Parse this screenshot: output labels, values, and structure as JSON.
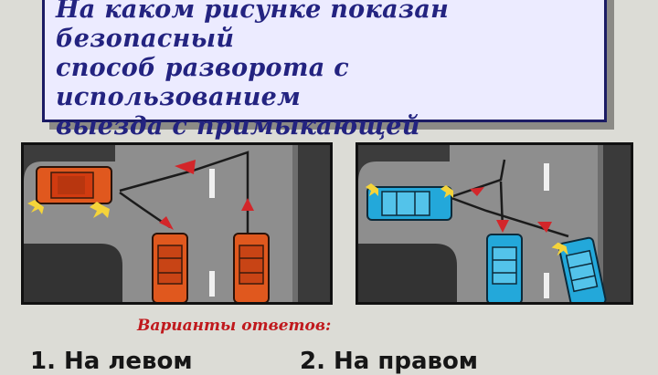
{
  "question": {
    "text": "На каком рисунке показан безопасный\nспособ разворота с использованием\nвыезда с примыкающей территории\nслева?"
  },
  "answers_label": "Варианты ответов:",
  "answers": [
    {
      "label": "1. На левом"
    },
    {
      "label": "2. На правом"
    }
  ],
  "colors": {
    "road": "#8f8f8f",
    "curb": "#3a3a3a",
    "car_left_scene": "#e0581e",
    "car_right_scene": "#23a8da",
    "arrow": "#d3262a",
    "headlight": "#f5d43a"
  }
}
